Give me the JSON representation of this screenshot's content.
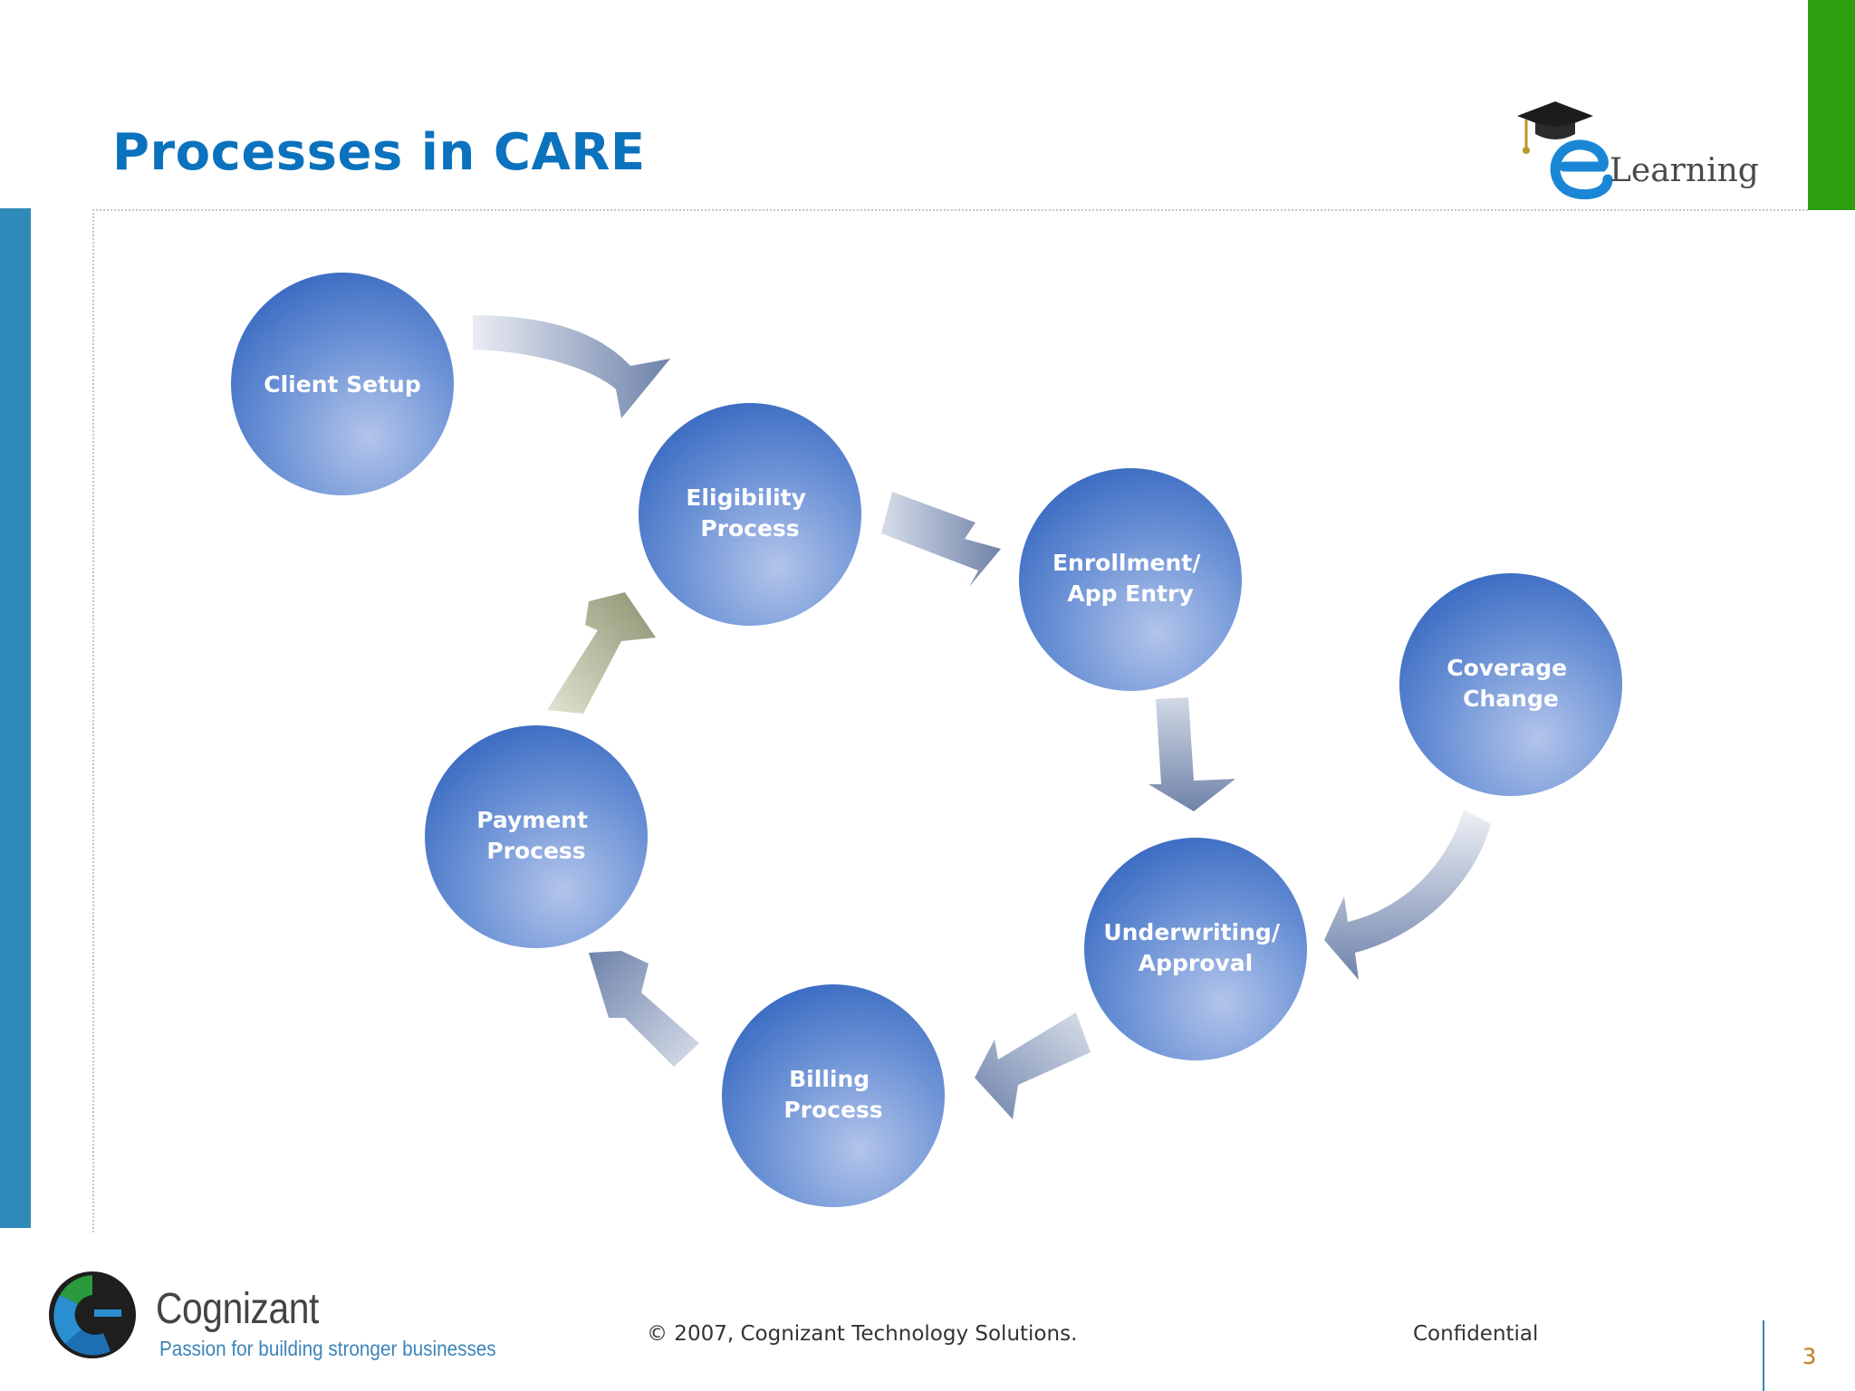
{
  "slide": {
    "title": "Processes in CARE",
    "page_number": "3"
  },
  "header_logo": {
    "name": "eLearning logo",
    "text": "Learning"
  },
  "diagram": {
    "nodes": {
      "client_setup": [
        "Client Setup"
      ],
      "eligibility": [
        "Eligibility",
        "Process"
      ],
      "enrollment": [
        "Enrollment/",
        "App Entry"
      ],
      "coverage": [
        "Coverage",
        "Change"
      ],
      "underwriting": [
        "Underwriting/",
        "Approval"
      ],
      "billing": [
        "Billing",
        "Process"
      ],
      "payment": [
        "Payment",
        "Process"
      ]
    },
    "flow": [
      [
        "Client Setup",
        "Eligibility Process"
      ],
      [
        "Eligibility Process",
        "Enrollment/ App Entry"
      ],
      [
        "Enrollment/ App Entry",
        "Underwriting/ Approval"
      ],
      [
        "Coverage Change",
        "Underwriting/ Approval"
      ],
      [
        "Underwriting/ Approval",
        "Billing Process"
      ],
      [
        "Billing Process",
        "Payment Process"
      ],
      [
        "Payment Process",
        "Eligibility Process"
      ]
    ],
    "colors": {
      "node_light": "#a9bde6",
      "node_dark": "#3d6fc4",
      "arrow_blue": "#7f90b2",
      "arrow_olive": "#9a9c7b"
    }
  },
  "footer": {
    "brand": "Cognizant",
    "tagline": "Passion for building stronger businesses",
    "copyright": "© 2007, Cognizant Technology Solutions.",
    "confidential": "Confidential"
  }
}
